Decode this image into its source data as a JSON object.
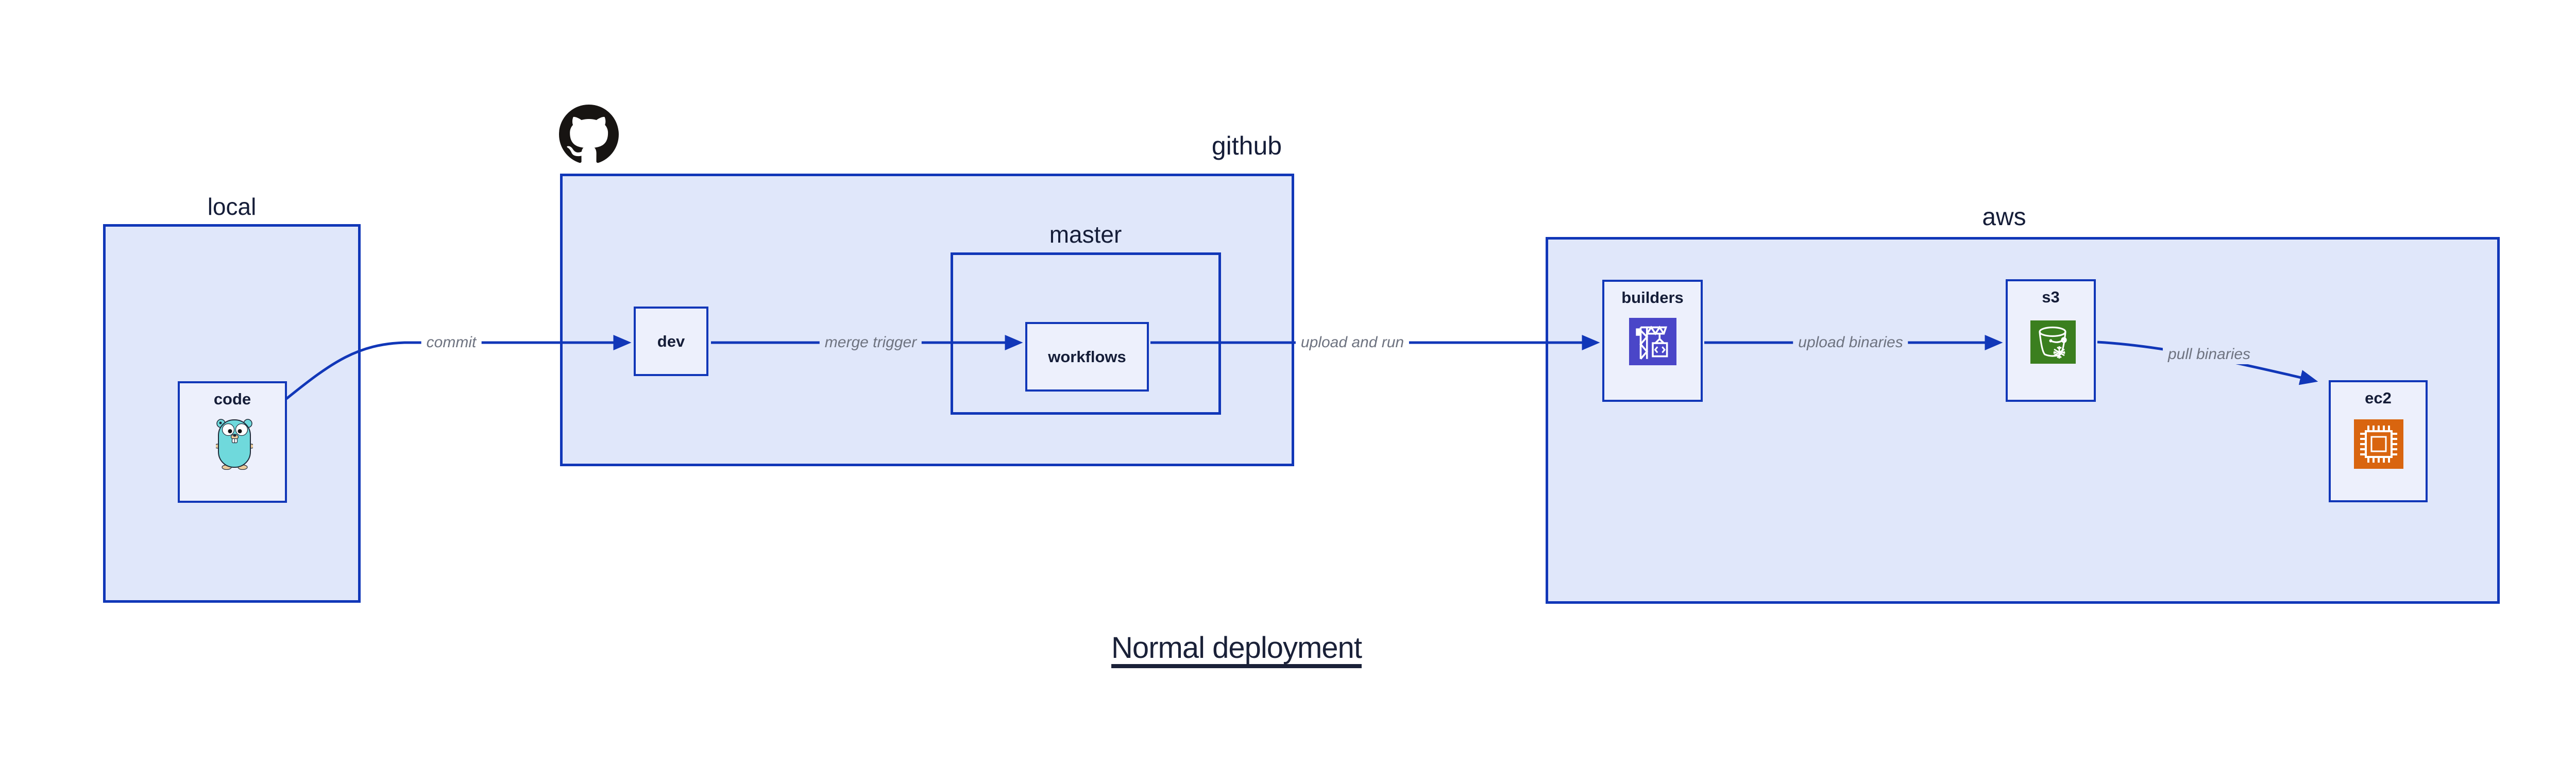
{
  "diagram": {
    "title": "Normal deployment"
  },
  "groups": {
    "local": {
      "label": "local"
    },
    "github": {
      "label": "github",
      "logo_icon": "github-octocat-mark"
    },
    "master": {
      "label": "master"
    },
    "aws": {
      "label": "aws"
    }
  },
  "nodes": {
    "code": {
      "label": "code",
      "icon": "go-gopher-icon"
    },
    "dev": {
      "label": "dev"
    },
    "workflows": {
      "label": "workflows"
    },
    "builders": {
      "label": "builders",
      "icon": "codebuild-crane-icon"
    },
    "s3": {
      "label": "s3",
      "icon": "s3-bucket-snowflake-icon"
    },
    "ec2": {
      "label": "ec2",
      "icon": "ec2-chip-icon"
    }
  },
  "edges": [
    {
      "id": "commit",
      "label": "commit",
      "from": "code",
      "to": "dev"
    },
    {
      "id": "merge-trigger",
      "label": "merge trigger",
      "from": "dev",
      "to": "workflows"
    },
    {
      "id": "upload-and-run",
      "label": "upload and run",
      "from": "workflows",
      "to": "builders"
    },
    {
      "id": "upload-binaries",
      "label": "upload binaries",
      "from": "builders",
      "to": "s3"
    },
    {
      "id": "pull-binaries",
      "label": "pull binaries",
      "from": "s3",
      "to": "ec2"
    }
  ],
  "colors": {
    "edge_blue": "#1137b8",
    "group_fill": "#e0e7fa",
    "node_fill": "#edf0fc",
    "label_navy": "#151d38",
    "edge_label_gray": "#6e7380",
    "github_black": "#171412",
    "codebuild_purple": "#4a46c8",
    "s3_green": "#3b7f1f",
    "ec2_orange": "#d9650f",
    "gopher_teal": "#6fd9dc",
    "gopher_tan": "#eccb9c"
  }
}
